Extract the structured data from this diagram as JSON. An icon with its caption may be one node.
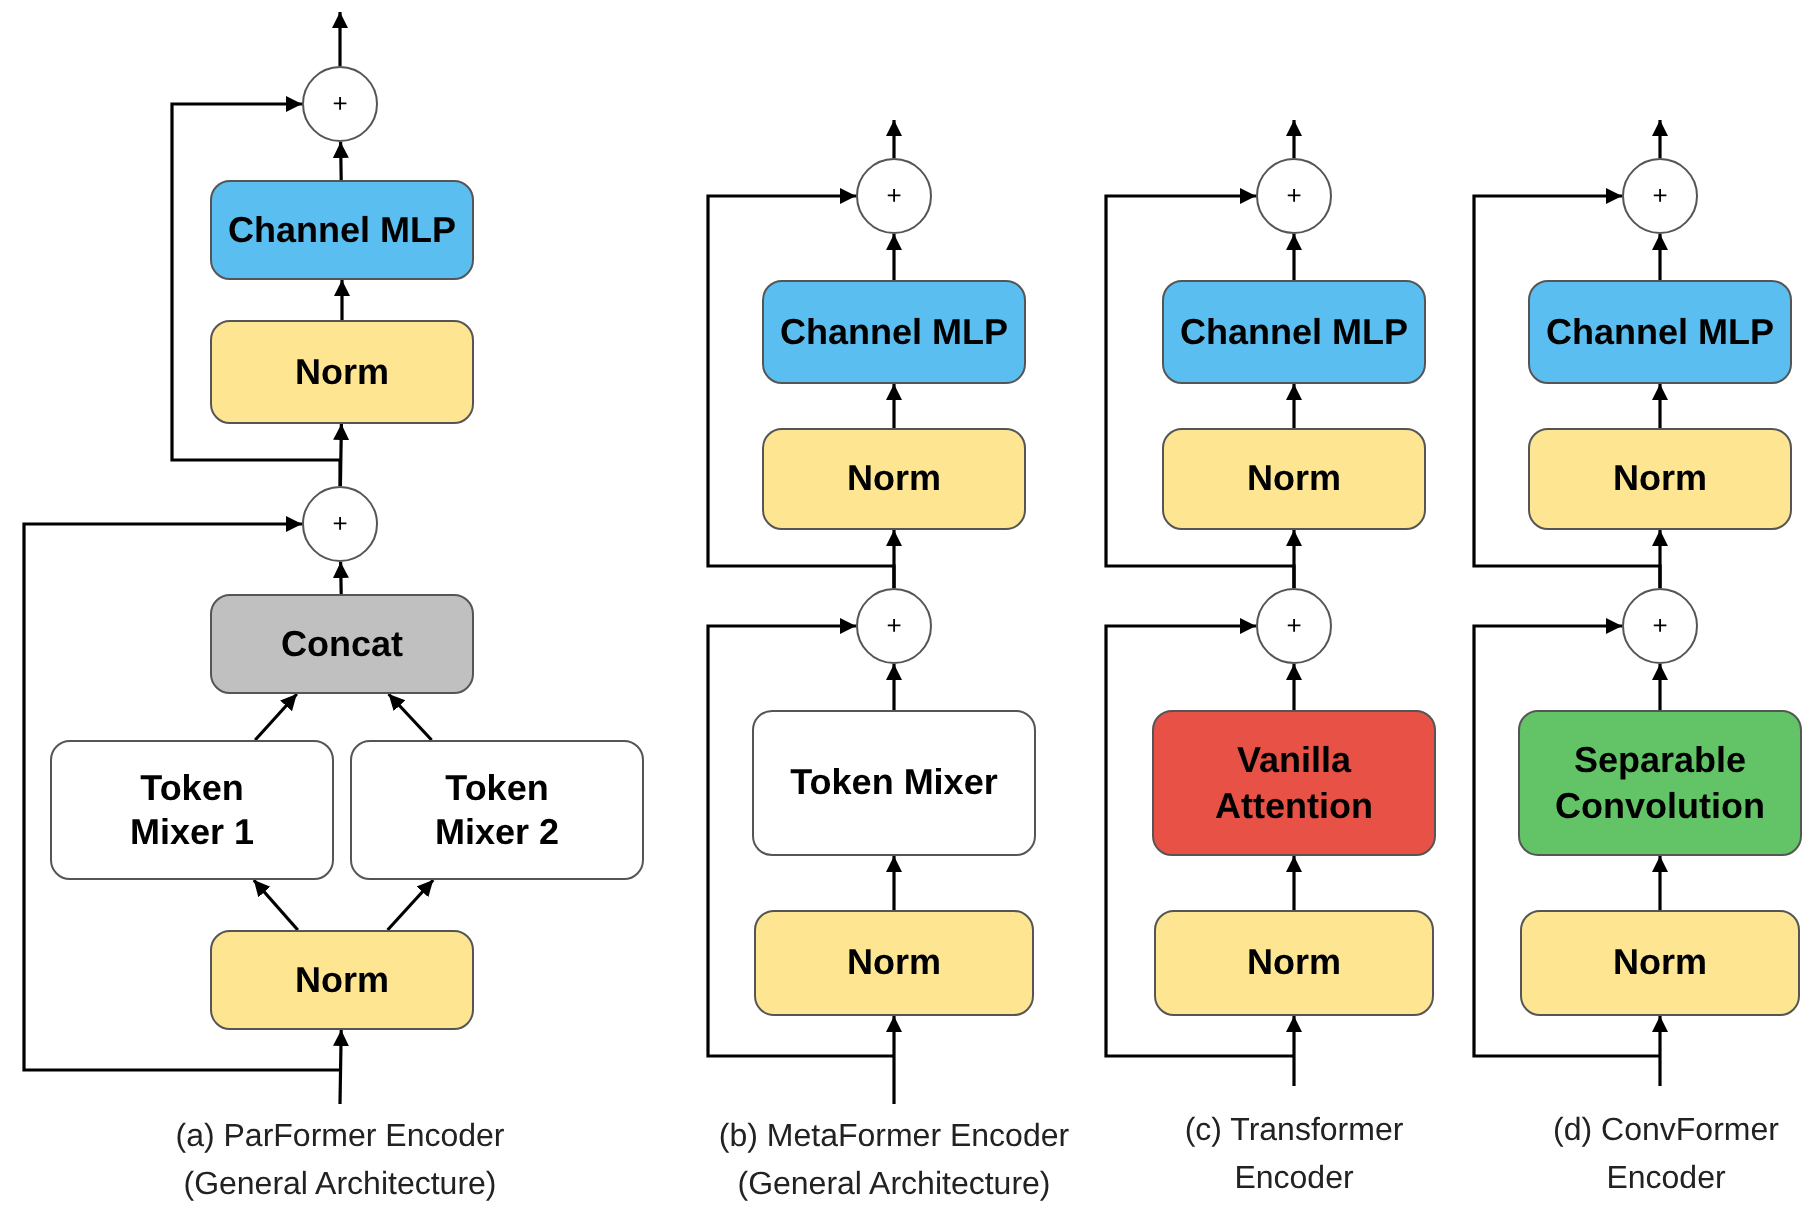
{
  "diagram": {
    "nodes": [
      {
        "text": [
          "Norm"
        ]
      },
      {
        "text": [
          "Token Mixer 1"
        ]
      },
      {
        "text": [
          "Token Mixer 2"
        ]
      },
      {
        "text": [
          "Concat"
        ]
      },
      {
        "text": [
          "+"
        ]
      },
      {
        "text": [
          "Norm"
        ]
      },
      {
        "text": [
          "Channel MLP"
        ]
      },
      {
        "text": [
          "+"
        ]
      },
      {
        "text": [
          "Norm"
        ]
      },
      {
        "text": [
          "Token Mixer"
        ]
      },
      {
        "text": [
          "+"
        ]
      },
      {
        "text": [
          "Norm"
        ]
      },
      {
        "text": [
          "Channel MLP"
        ]
      },
      {
        "text": [
          "+"
        ]
      },
      {
        "text": [
          "Norm"
        ]
      },
      {
        "text": [
          "Vanilla Attention"
        ]
      },
      {
        "text": [
          "+"
        ]
      },
      {
        "text": [
          "Norm"
        ]
      },
      {
        "text": [
          "Channel MLP"
        ]
      },
      {
        "text": [
          "+"
        ]
      },
      {
        "text": [
          "Norm"
        ]
      },
      {
        "text": [
          "Separable Convolution"
        ]
      },
      {
        "text": [
          "+"
        ]
      },
      {
        "text": [
          "Norm"
        ]
      },
      {
        "text": [
          "Channel MLP"
        ]
      },
      {
        "text": [
          "+"
        ]
      }
    ],
    "edges": [
      {
        "from": null,
        "to": 0,
        "arrow": "to"
      },
      {
        "from": 0,
        "to": 1,
        "arrow": "to"
      },
      {
        "from": 0,
        "to": 2,
        "arrow": "to"
      },
      {
        "from": 1,
        "to": 3,
        "arrow": "to"
      },
      {
        "from": 2,
        "to": 3,
        "arrow": "to"
      },
      {
        "from": 3,
        "to": 4,
        "arrow": "to"
      },
      {
        "from": null,
        "to": 4,
        "arrow": "to"
      },
      {
        "from": 4,
        "to": 5,
        "arrow": "to"
      },
      {
        "from": 4,
        "to": 7,
        "arrow": "to"
      },
      {
        "from": 5,
        "to": 6,
        "arrow": "to"
      },
      {
        "from": 6,
        "to": 7,
        "arrow": "to"
      },
      {
        "from": 7,
        "to": null,
        "arrow": "to"
      },
      {
        "from": null,
        "to": 8,
        "arrow": "to"
      },
      {
        "from": 8,
        "to": 9,
        "arrow": "to"
      },
      {
        "from": 9,
        "to": 10,
        "arrow": "to"
      },
      {
        "from": null,
        "to": 10,
        "arrow": "to"
      },
      {
        "from": 10,
        "to": 11,
        "arrow": "to"
      },
      {
        "from": 10,
        "to": 13,
        "arrow": "to"
      },
      {
        "from": 11,
        "to": 12,
        "arrow": "to"
      },
      {
        "from": 12,
        "to": 13,
        "arrow": "to"
      },
      {
        "from": 13,
        "to": null,
        "arrow": "to"
      },
      {
        "from": null,
        "to": 14,
        "arrow": "to"
      },
      {
        "from": 14,
        "to": 15,
        "arrow": "to"
      },
      {
        "from": 15,
        "to": 16,
        "arrow": "to"
      },
      {
        "from": null,
        "to": 16,
        "arrow": "to"
      },
      {
        "from": 16,
        "to": 17,
        "arrow": "to"
      },
      {
        "from": 16,
        "to": 19,
        "arrow": "to"
      },
      {
        "from": 17,
        "to": 18,
        "arrow": "to"
      },
      {
        "from": 18,
        "to": 19,
        "arrow": "to"
      },
      {
        "from": 19,
        "to": null,
        "arrow": "to"
      },
      {
        "from": null,
        "to": 20,
        "arrow": "to"
      },
      {
        "from": 20,
        "to": 21,
        "arrow": "to"
      },
      {
        "from": 21,
        "to": 22,
        "arrow": "to"
      },
      {
        "from": null,
        "to": 22,
        "arrow": "to"
      },
      {
        "from": 22,
        "to": 23,
        "arrow": "to"
      },
      {
        "from": 22,
        "to": 25,
        "arrow": "to"
      },
      {
        "from": 23,
        "to": 24,
        "arrow": "to"
      },
      {
        "from": 24,
        "to": 25,
        "arrow": "to"
      },
      {
        "from": 25,
        "to": null,
        "arrow": "to"
      }
    ],
    "labels": [
      "(a) ParFormer Encoder (General Architecture)",
      "(b) MetaFormer Encoder (General Architecture)",
      "(c) Transformer Encoder",
      "(d) ConvFormer Encoder"
    ]
  }
}
